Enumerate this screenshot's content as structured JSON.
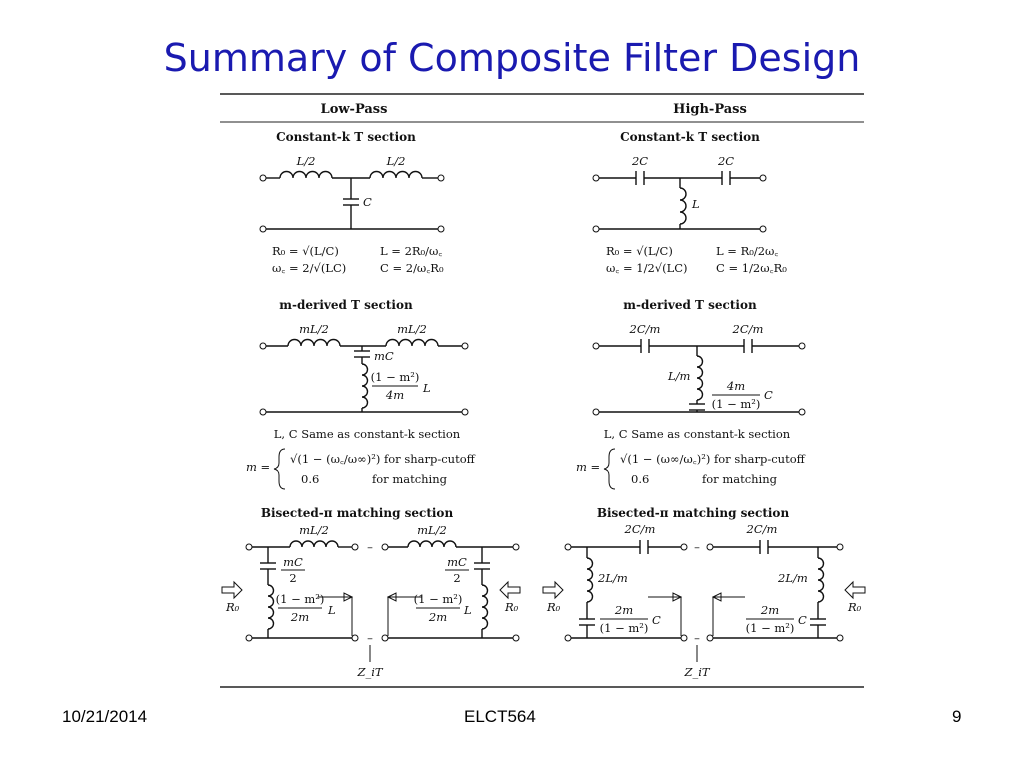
{
  "title": "Summary of Composite Filter Design",
  "footer": {
    "date": "10/21/2014",
    "course": "ELCT564",
    "page": "9"
  },
  "columns": {
    "low_pass": "Low-Pass",
    "high_pass": "High-Pass"
  },
  "sections": {
    "const_k": "Constant-k T section",
    "m_derived": "m-derived T section",
    "bisected": "Bisected-π matching section"
  },
  "low_pass": {
    "const_k": {
      "series_left": "L/2",
      "series_right": "L/2",
      "shunt": "C",
      "eq1a": "R₀ = √(L/C)",
      "eq1b": "L = 2R₀/ω꜀",
      "eq2a": "ω꜀ = 2/√(LC)",
      "eq2b": "C = 2/ω꜀R₀"
    },
    "m_derived": {
      "series_left": "mL/2",
      "series_right": "mL/2",
      "shunt_cap": "mC",
      "shunt_ind_num": "(1 − m²)",
      "shunt_ind_den": "4m",
      "shunt_ind_sym": "L",
      "same_note": "L, C Same as constant-k section",
      "m_eq": "m =",
      "case1": "√(1 − (ω꜀/ω∞)²) for sharp-cutoff",
      "case2_val": "0.6",
      "case2_txt": "for matching"
    },
    "bisected": {
      "series": "mL/2",
      "cap_num": "mC",
      "cap_den": "2",
      "ind_num": "(1 − m²)",
      "ind_den": "2m",
      "ind_sym": "L",
      "r0": "R₀",
      "zit": "Z_iT"
    }
  },
  "high_pass": {
    "const_k": {
      "series_left": "2C",
      "series_right": "2C",
      "shunt": "L",
      "eq1a": "R₀ = √(L/C)",
      "eq1b": "L = R₀/2ω꜀",
      "eq2a": "ω꜀ = 1/2√(LC)",
      "eq2b": "C = 1/2ω꜀R₀"
    },
    "m_derived": {
      "series_left": "2C/m",
      "series_right": "2C/m",
      "shunt_ind": "L/m",
      "shunt_cap_num": "4m",
      "shunt_cap_den": "(1 − m²)",
      "shunt_cap_sym": "C",
      "same_note": "L, C Same as constant-k section",
      "m_eq": "m =",
      "case1": "√(1 − (ω∞/ω꜀)²) for sharp-cutoff",
      "case2_val": "0.6",
      "case2_txt": "for matching"
    },
    "bisected": {
      "series": "2C/m",
      "ind": "2L/m",
      "cap_num": "2m",
      "cap_den": "(1 − m²)",
      "cap_sym": "C",
      "r0": "R₀",
      "zit": "Z_iT"
    }
  }
}
